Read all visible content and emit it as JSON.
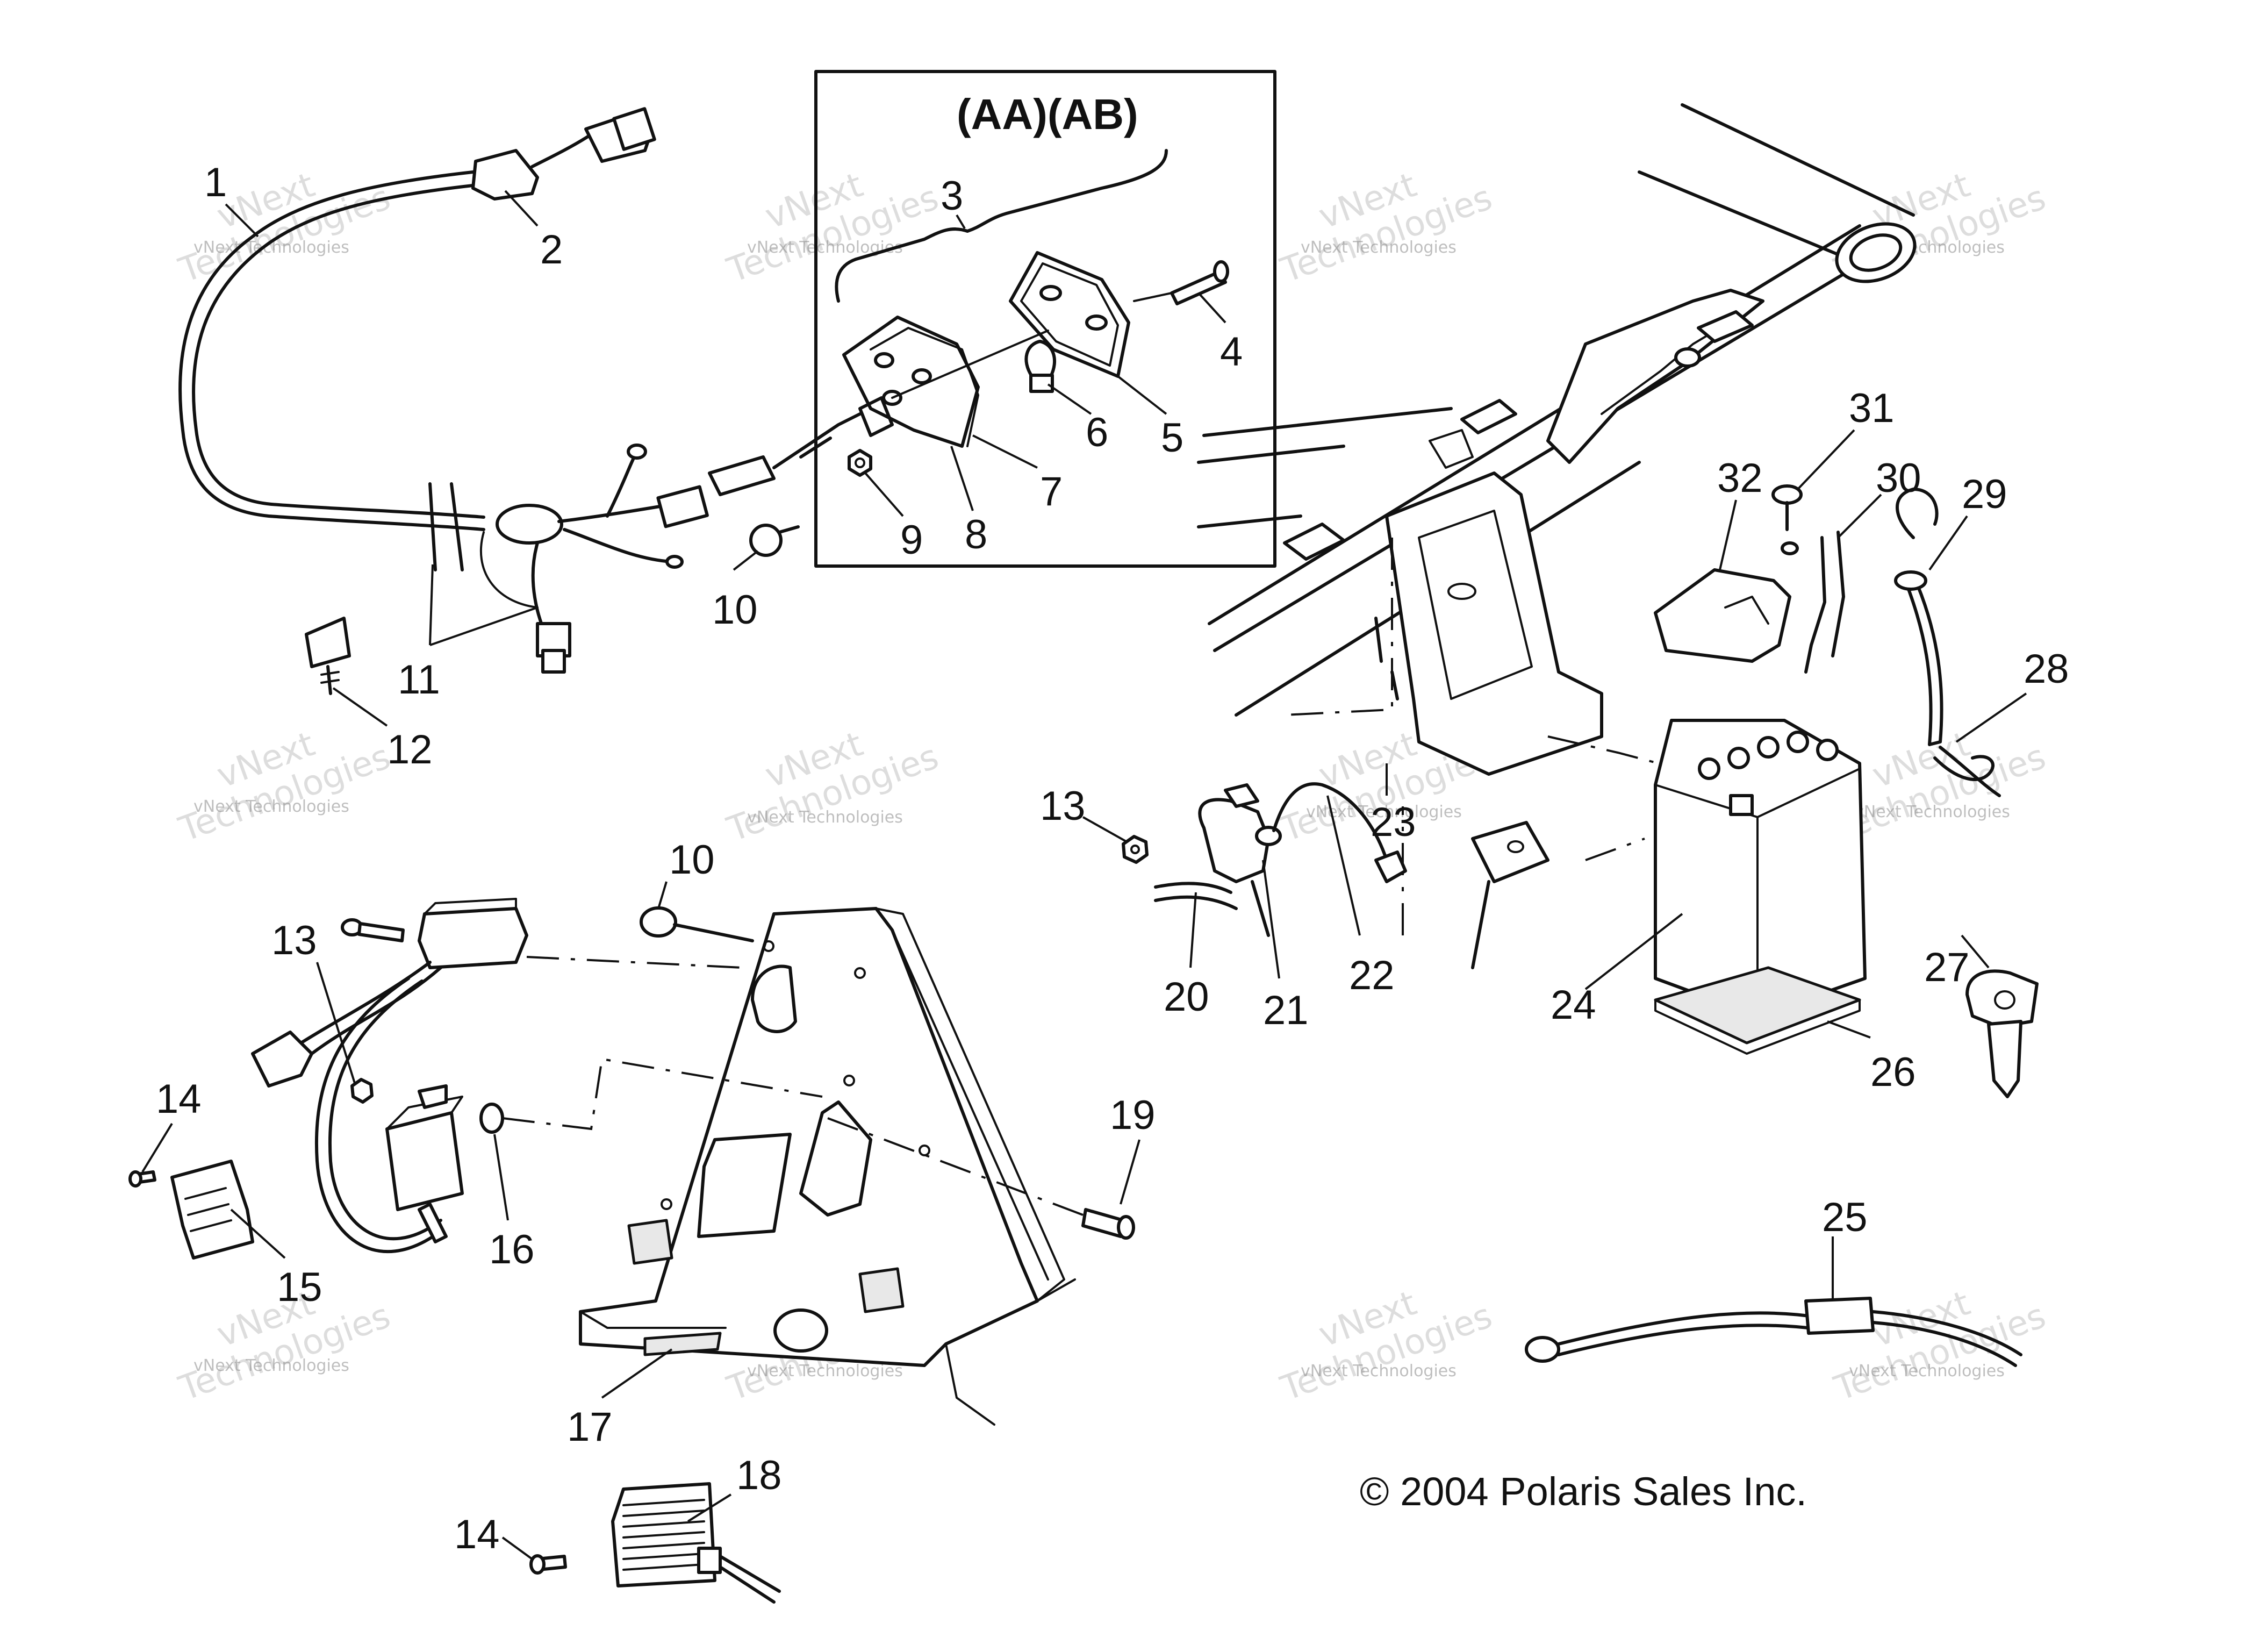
{
  "variant_label": "(AA)(AB)",
  "copyright": "© 2004 Polaris Sales Inc.",
  "watermark": {
    "line_small": "vNext Technologies",
    "line_big_1": "vNext",
    "line_big_2": "Technologies"
  },
  "callouts": {
    "c1": "1",
    "c2": "2",
    "c3": "3",
    "c4": "4",
    "c5": "5",
    "c6": "6",
    "c7": "7",
    "c8": "8",
    "c9": "9",
    "c10a": "10",
    "c10b": "10",
    "c11": "11",
    "c12": "12",
    "c13a": "13",
    "c13b": "13",
    "c14a": "14",
    "c14b": "14",
    "c15": "15",
    "c16": "16",
    "c17": "17",
    "c18": "18",
    "c19": "19",
    "c20": "20",
    "c21": "21",
    "c22": "22",
    "c23": "23",
    "c24": "24",
    "c25": "25",
    "c26": "26",
    "c27": "27",
    "c28": "28",
    "c29": "29",
    "c30": "30",
    "c31": "31",
    "c32": "32"
  }
}
